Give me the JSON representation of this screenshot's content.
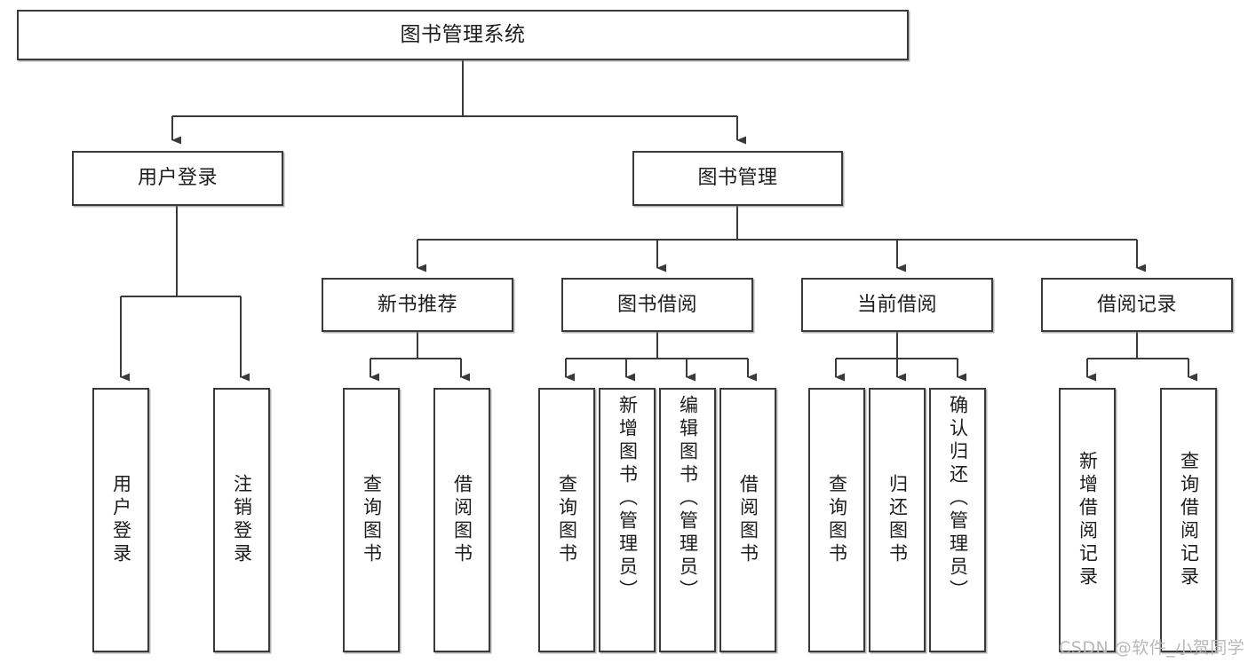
{
  "diagram": {
    "title": "图书管理系统",
    "type": "tree-hierarchy",
    "watermark": "CSDN @软件_小贺同学",
    "colors": {
      "node_border": "#3a3a3a",
      "node_fill": "#ffffff",
      "edge": "#3a3a3a",
      "text": "#1d1d1d",
      "watermark": "#b9b9b9",
      "background": "#ffffff"
    },
    "root": {
      "label": "图书管理系统"
    },
    "level2": [
      {
        "label": "用户登录"
      },
      {
        "label": "图书管理"
      }
    ],
    "level3": [
      {
        "label": "新书推荐"
      },
      {
        "label": "图书借阅"
      },
      {
        "label": "当前借阅"
      },
      {
        "label": "借阅记录"
      }
    ],
    "leaves": {
      "user_login": [
        {
          "label": "用户登录"
        },
        {
          "label": "注销登录"
        }
      ],
      "new_book_recommend": [
        {
          "label": "查询图书"
        },
        {
          "label": "借阅图书"
        }
      ],
      "book_borrow": [
        {
          "label": "查询图书"
        },
        {
          "label": "新增图书（管理员）"
        },
        {
          "label": "编辑图书（管理员）"
        },
        {
          "label": "借阅图书"
        }
      ],
      "current_borrow": [
        {
          "label": "查询图书"
        },
        {
          "label": "归还图书"
        },
        {
          "label": "确认归还（管理员）"
        }
      ],
      "borrow_record": [
        {
          "label": "新增借阅记录"
        },
        {
          "label": "查询借阅记录"
        }
      ]
    }
  }
}
